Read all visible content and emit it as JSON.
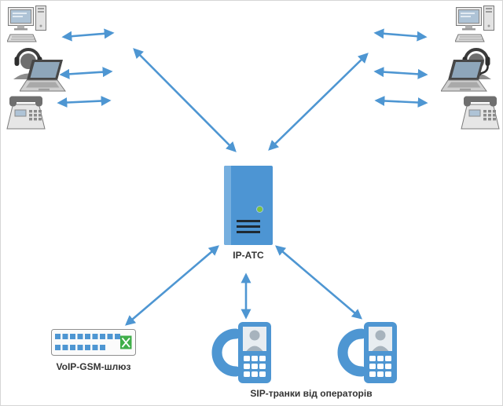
{
  "diagram": {
    "type": "network-topology",
    "server_label": "IP-АТС",
    "gateway_label": "VoIP-GSM-шлюз",
    "sip_label": "SIP-транки від операторів",
    "left_cluster_icons": [
      "desktop-pc",
      "operator-headset",
      "laptop",
      "desk-phone"
    ],
    "right_cluster_icons": [
      "desktop-pc",
      "operator-headset",
      "laptop",
      "desk-phone"
    ],
    "bottom_icons": [
      "voip-gsm-gateway",
      "sip-phone",
      "sip-phone"
    ],
    "connections": [
      "left-cluster ↔ left-arrows",
      "right-cluster ↔ right-arrows",
      "left-cluster ↔ server",
      "right-cluster ↔ server",
      "server ↔ voip-gsm-gateway",
      "server ↔ sip-phone-center",
      "server ↔ sip-phone-right"
    ],
    "colors": {
      "arrow": "#4e96d2",
      "server_fill": "#4d95d3",
      "server_stripe": "#76afdf",
      "indicator_green": "#7cc142",
      "port_blue": "#4e96d2",
      "gateway_green": "#3fae49",
      "label_color": "#333333"
    }
  }
}
